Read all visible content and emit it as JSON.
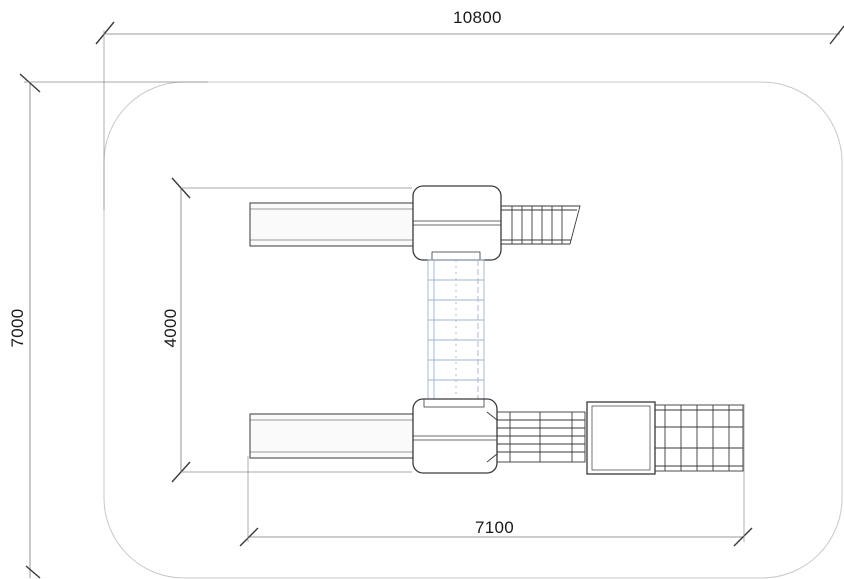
{
  "dimensions": {
    "overall_width": "10800",
    "overall_depth": "7000",
    "structure_depth": "4000",
    "structure_width": "7100"
  },
  "colors": {
    "line": "#3a3a3a",
    "light_line": "#9a9a9a",
    "blue_line": "#9fb3cf",
    "background": "#ffffff"
  }
}
